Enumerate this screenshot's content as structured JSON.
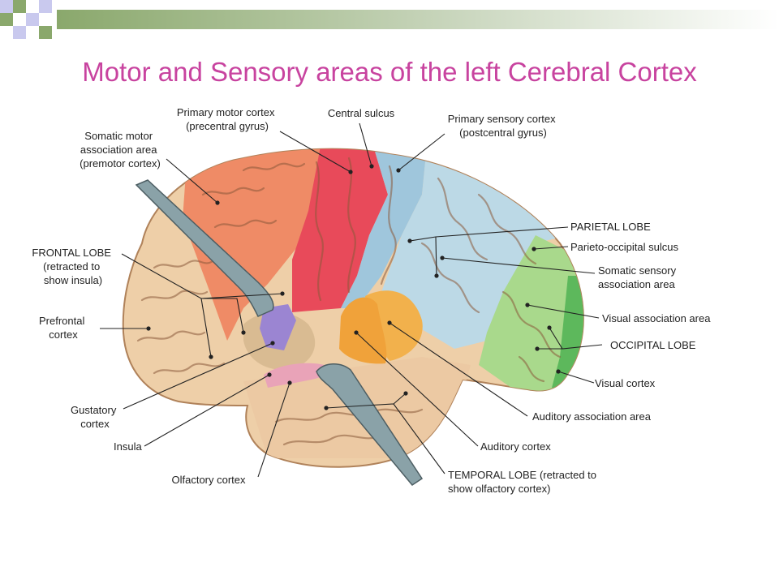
{
  "title": "Motor and Sensory areas of the left Cerebral Cortex",
  "colors": {
    "title": "#c8439f",
    "deco_green": "#8aa86c",
    "deco_blue": "#c9c9ee",
    "frontal": "#eecfa8",
    "premotor": "#ef8b66",
    "motor": "#e84a5a",
    "sensory": "#a9cde0",
    "parietal": "#bcd9e6",
    "occipital": "#a9d98c",
    "visual_cortex": "#5db85c",
    "temporal": "#ecc9a3",
    "auditory": "#f0a23a",
    "gustatory": "#9b85d2",
    "olfactory": "#e9a3b8"
  },
  "labels": {
    "primary_motor": [
      "Primary motor cortex",
      "(precentral gyrus)"
    ],
    "central_sulcus": [
      "Central sulcus"
    ],
    "primary_sensory": [
      "Primary sensory cortex",
      "(postcentral gyrus)"
    ],
    "somatic_motor": [
      "Somatic motor",
      "association area",
      "(premotor cortex)"
    ],
    "parietal_lobe": [
      "PARIETAL LOBE"
    ],
    "parieto_occipital": [
      "Parieto-occipital sulcus"
    ],
    "somatic_sensory": [
      "Somatic sensory",
      "association area"
    ],
    "frontal_lobe": [
      "FRONTAL LOBE",
      "(retracted to",
      "show insula)"
    ],
    "prefrontal": [
      "Prefrontal",
      "cortex"
    ],
    "visual_association": [
      "Visual association area"
    ],
    "occipital_lobe": [
      "OCCIPITAL LOBE"
    ],
    "visual_cortex": [
      "Visual cortex"
    ],
    "gustatory": [
      "Gustatory",
      "cortex"
    ],
    "auditory_association": [
      "Auditory association area"
    ],
    "insula": [
      "Insula"
    ],
    "auditory_cortex": [
      "Auditory cortex"
    ],
    "temporal_lobe": [
      "TEMPORAL LOBE (retracted to",
      "show olfactory cortex)"
    ],
    "olfactory": [
      "Olfactory cortex"
    ]
  }
}
